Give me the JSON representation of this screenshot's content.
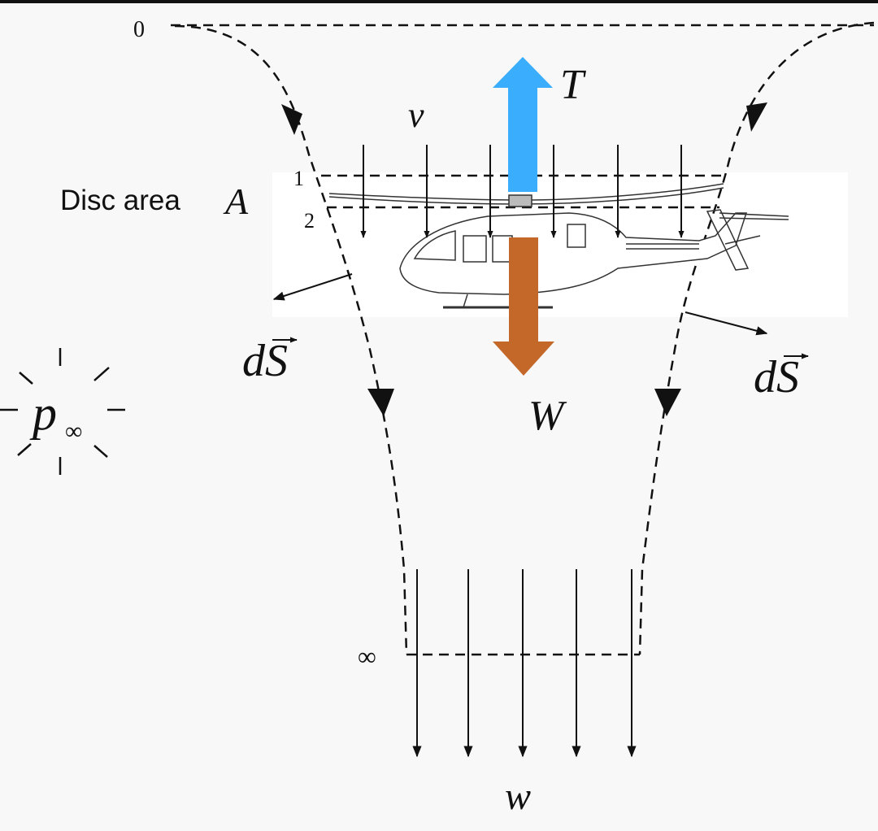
{
  "diagram": {
    "station_0_label": "0",
    "station_1_label": "1",
    "station_2_label": "2",
    "station_inf_label": "∞",
    "disc_area_text": "Disc area",
    "disc_area_symbol": "A",
    "induced_velocity_symbol": "v",
    "far_wake_velocity_symbol": "w",
    "thrust_symbol": "T",
    "weight_symbol": "W",
    "surface_element_symbol": "dS",
    "ambient_pressure_symbol": "p",
    "ambient_pressure_subscript": "∞"
  },
  "colors": {
    "thrust_arrow": "#3aaefc",
    "weight_arrow": "#c4682a",
    "background": "#f8f8f8",
    "ink": "#111111"
  }
}
